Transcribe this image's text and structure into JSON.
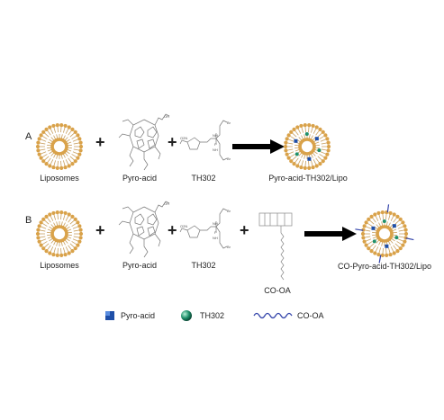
{
  "panels": [
    {
      "letter": "A",
      "labels": {
        "liposomes": "Liposomes",
        "pyro": "Pyro-acid",
        "th302": "TH302",
        "product": "Pyro-acid-TH302/Lipo"
      }
    },
    {
      "letter": "B",
      "labels": {
        "liposomes": "Liposomes",
        "pyro": "Pyro-acid",
        "th302": "TH302",
        "coa": "CO-OA",
        "product": "CO-Pyro-acid-TH302/Lipo"
      }
    }
  ],
  "legend": [
    {
      "label": "Pyro-acid",
      "icon": "blue-cube-icon",
      "color": "#1f4fa8"
    },
    {
      "label": "TH302",
      "icon": "green-sphere-icon",
      "color": "#1f8f6a"
    },
    {
      "label": "CO-OA",
      "icon": "wavy-line-icon",
      "color": "#3344aa"
    }
  ],
  "colors": {
    "lipid_head": "#d9a24a",
    "lipid_tail": "#c8a060",
    "arrow": "#000000"
  }
}
